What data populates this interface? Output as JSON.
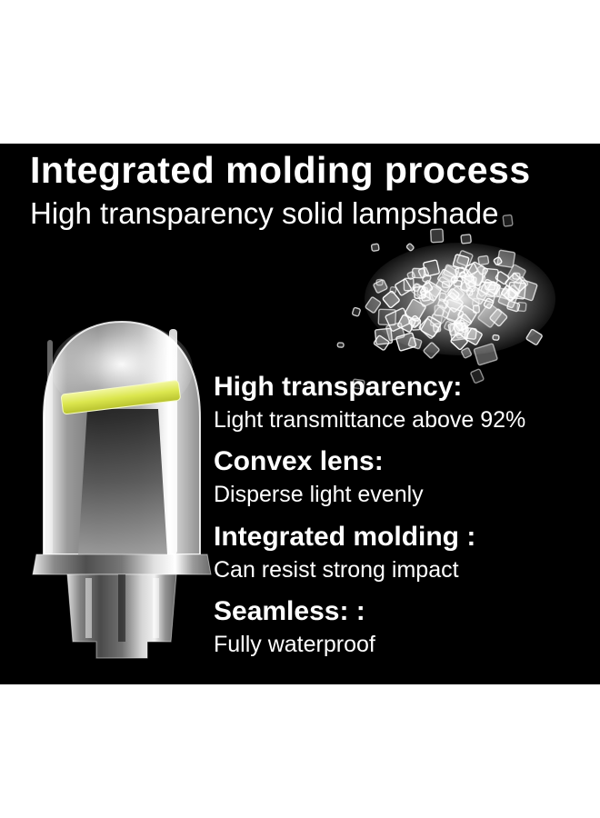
{
  "header": {
    "title": "Integrated molding process",
    "subtitle": "High transparency solid lampshade"
  },
  "features": [
    {
      "heading": "High transparency:",
      "body": "Light transmittance above 92%"
    },
    {
      "heading": "Convex lens:",
      "body": "Disperse light evenly"
    },
    {
      "heading": "Integrated molding :",
      "body": "Can resist strong impact"
    },
    {
      "heading": "Seamless: :",
      "body": "Fully waterproof"
    }
  ],
  "graphics": {
    "bulb": "t10-glass-wedge-led-bulb",
    "pellets": "transparent-resin-pellet-pile"
  },
  "colors": {
    "panel_bg": "#000000",
    "page_bg": "#ffffff",
    "text": "#ffffff",
    "chip_yellow": "#dbe64e"
  }
}
